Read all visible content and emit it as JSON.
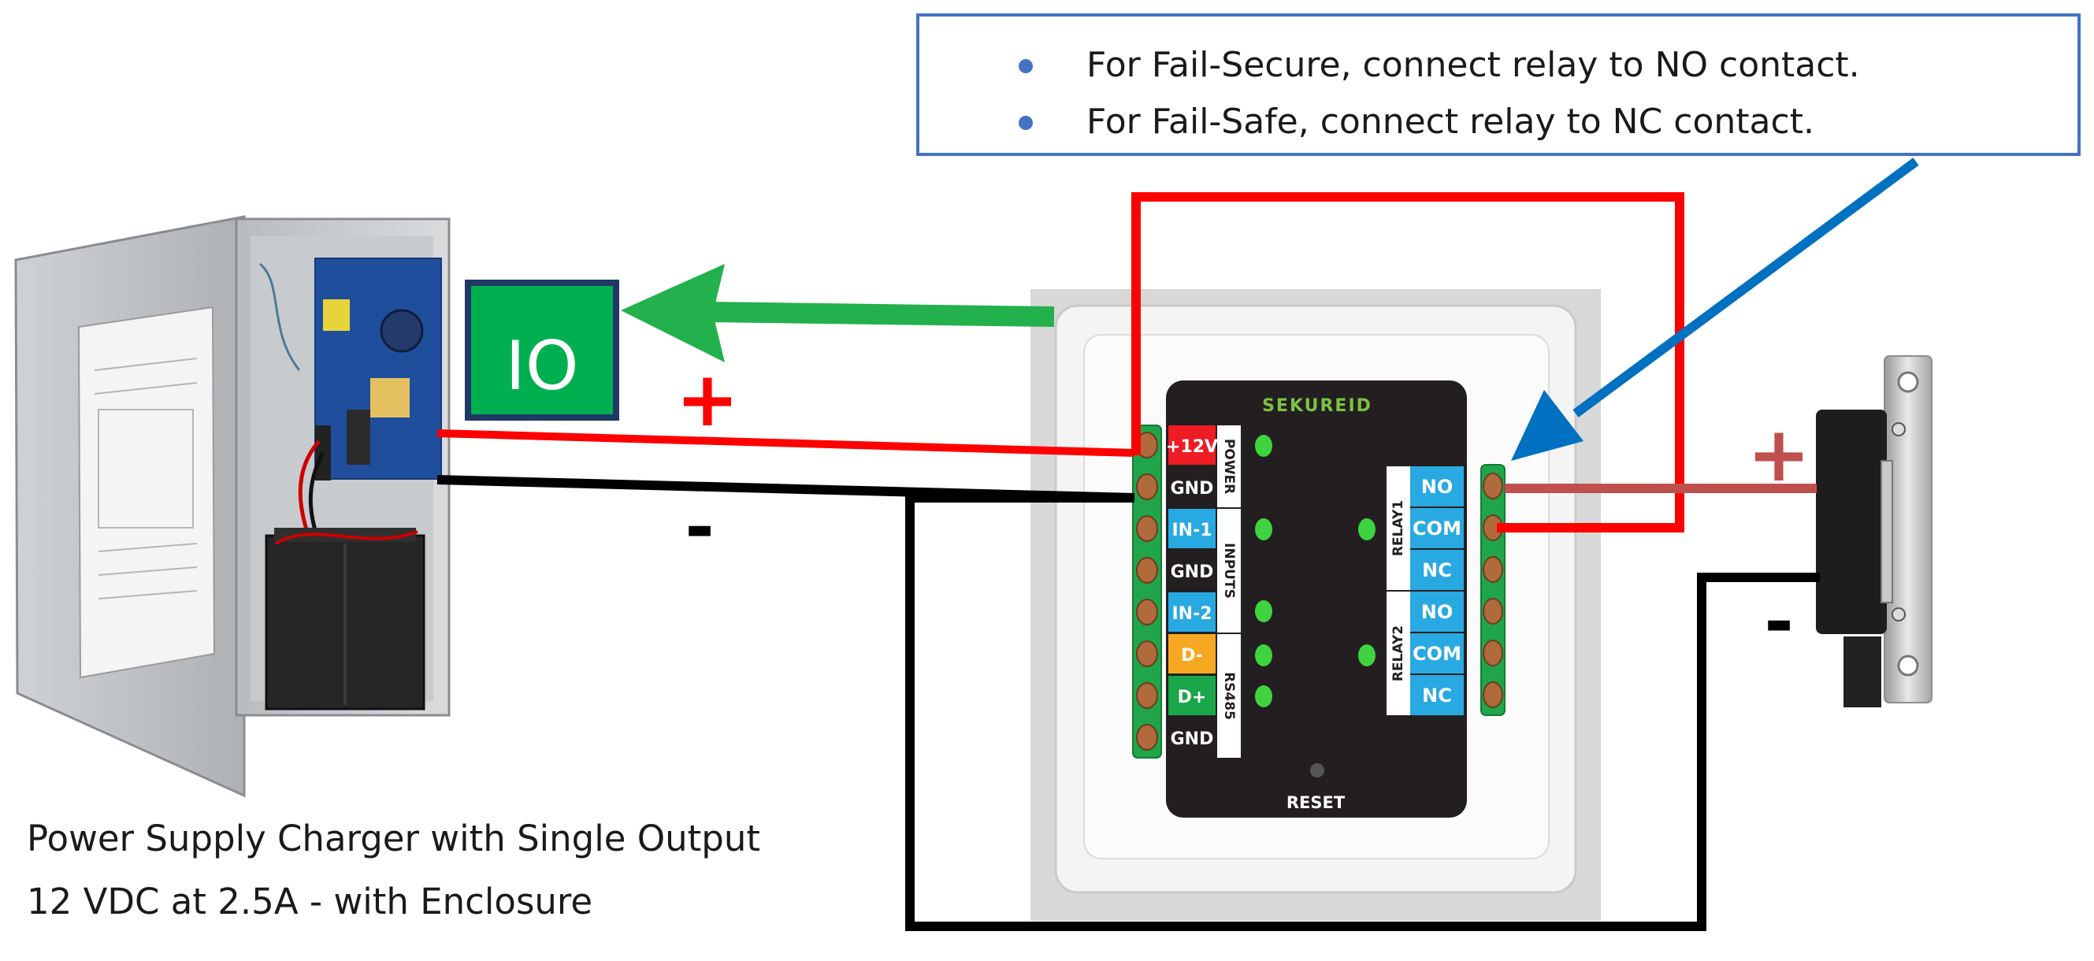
{
  "notes": [
    "For Fail-Secure, connect relay to NO contact.",
    "For Fail-Safe, connect relay to NC contact."
  ],
  "io_label": "IO",
  "plus_sign": "+",
  "minus_sign": "-",
  "power_supply_caption": {
    "line1": "Power Supply Charger with Single Output",
    "line2": "12 VDC at 2.5A - with Enclosure"
  },
  "controller": {
    "brand": "SEKUREID",
    "left_terminals": [
      "+12V",
      "GND",
      "IN-1",
      "GND",
      "IN-2",
      "D-",
      "D+",
      "GND"
    ],
    "left_groups": [
      "POWER",
      "INPUTS",
      "RS485"
    ],
    "right_terminals": [
      "NO",
      "COM",
      "NC",
      "NO",
      "COM",
      "NC"
    ],
    "right_groups": [
      "RELAY1",
      "RELAY2"
    ],
    "reset_label": "RESET"
  },
  "colors": {
    "positive_wire": "#ff0000",
    "negative_wire": "#000000",
    "io_arrow": "#22b14c",
    "note_arrow": "#0070c0",
    "note_border": "#4472c4",
    "strike_positive": "#c0504d",
    "terminal_red": "#ee1c25",
    "terminal_blue": "#29a9e1",
    "terminal_orange": "#f7a823",
    "terminal_green": "#1aa64a",
    "terminal_black": "#231f20"
  }
}
